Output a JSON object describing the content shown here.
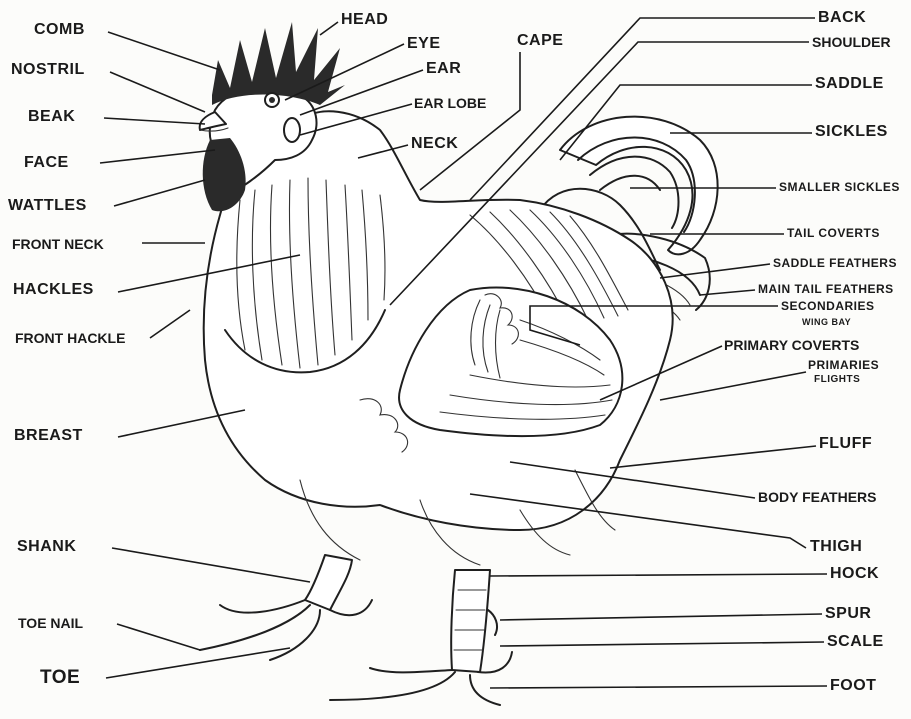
{
  "labels": {
    "comb": "COMB",
    "nostril": "NOSTRIL",
    "beak": "BEAK",
    "face": "FACE",
    "wattles": "WATTLES",
    "front_neck": "FRONT NECK",
    "hackles": "HACKLES",
    "front_hackle": "FRONT HACKLE",
    "breast": "BREAST",
    "shank": "SHANK",
    "toe_nail": "TOE NAIL",
    "toe": "TOE",
    "head": "HEAD",
    "eye": "EYE",
    "ear": "EAR",
    "ear_lobe": "EAR LOBE",
    "neck": "NECK",
    "cape": "CAPE",
    "back": "BACK",
    "shoulder": "SHOULDER",
    "saddle": "SADDLE",
    "sickles": "SICKLES",
    "smaller_sickles": "SMALLER SICKLES",
    "tail_coverts": "TAIL COVERTS",
    "saddle_feathers": "SADDLE FEATHERS",
    "main_tail_feathers": "MAIN TAIL FEATHERS",
    "secondaries": "SECONDARIES",
    "wing_bay": "WING BAY",
    "primary_coverts": "PRIMARY COVERTS",
    "primaries": "PRIMARIES",
    "flights": "FLIGHTS",
    "fluff": "FLUFF",
    "body_feathers": "BODY FEATHERS",
    "thigh": "THIGH",
    "hock": "HOCK",
    "spur": "SPUR",
    "scale": "SCALE",
    "foot": "FOOT"
  }
}
